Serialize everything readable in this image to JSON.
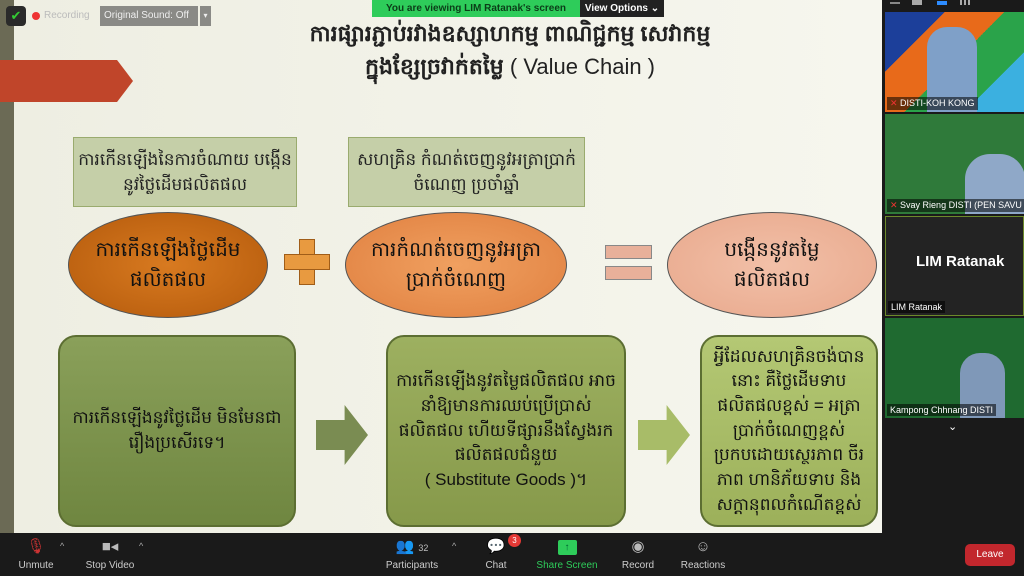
{
  "topbar": {
    "recording": "Recording",
    "original_sound": "Original Sound: Off",
    "viewing": "You are viewing LIM Ratanak's screen",
    "view_options": "View Options ⌄"
  },
  "slide": {
    "title_line1": "ការផ្សារភ្ជាប់រវាងឧស្សាហកម្ម ពាណិជ្ជកម្ម សេវាកម្ម",
    "title_line2_kh": "ក្នុងខ្សែច្រវាក់តម្លៃ",
    "title_line2_en": "( Value Chain )",
    "box1": "ការកើនឡើងនៃការចំណាយ បង្កើននូវថ្លៃដើមផលិតផល",
    "box2": "សហគ្រិន កំណត់ចេញនូវអត្រាប្រាក់ចំណេញ ប្រចាំឆ្នាំ",
    "ellipse1": "ការកើនឡើងថ្លៃដើមផលិតផល",
    "ellipse2": "ការកំណត់ចេញនូវអត្រាប្រាក់ចំណេញ",
    "ellipse3": "បង្កើននូវតម្លៃផលិតផល",
    "card1": "ការកើនឡើងនូវថ្លៃដើម មិនមែនជារឿងប្រសើរទេ។",
    "card2": "ការកើនឡើងនូវតម្លៃផលិតផល អាចនាំឱ្យមានការឈប់ប្រើប្រាស់ផលិតផល ហើយទីផ្សារនឹងស្វែងរកផលិតផលជំនួយ",
    "card2_en": "( Substitute Goods )។",
    "card3": "អ្វីដែលសហគ្រិនចង់បាននោះ គឺថ្លៃដើមទាប ផលិតផលខ្ពស់ = អត្រាប្រាក់ចំណេញខ្ពស់ ប្រកបដោយស្ថេរភាព ចីរភាព ហានិភ័យទាប និងសក្តានុពលកំណើតខ្ពស់"
  },
  "participants_panel": {
    "tiles": [
      {
        "name": "DISTI-KOH KONG"
      },
      {
        "name": "Svay Rieng DISTI (PEN SAVU"
      },
      {
        "name": "LIM Ratanak",
        "center": "LIM Ratanak"
      },
      {
        "name": "Kampong Chhnang DISTI"
      }
    ]
  },
  "toolbar": {
    "unmute": "Unmute",
    "stop_video": "Stop Video",
    "participants": "Participants",
    "participant_count": "32",
    "chat": "Chat",
    "chat_badge": "3",
    "share": "Share Screen",
    "record": "Record",
    "reactions": "Reactions",
    "leave": "Leave"
  },
  "colors": {
    "share_green": "#2ecc5a",
    "leave_red": "#c2272d",
    "card_green": "#8d9f55"
  }
}
